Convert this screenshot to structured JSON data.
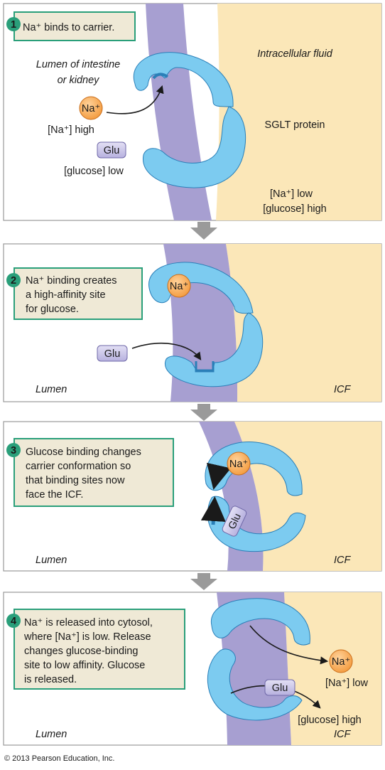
{
  "colors": {
    "icf_fill": "#fbe7b8",
    "membrane": "#a79fd1",
    "carrier": "#7ccbf0",
    "carrier_stroke": "#2a7fb8",
    "sodium": "#f7a451",
    "glucose": "#c9c5e8",
    "step_badge": "#2a9f7a",
    "caption_bg": "#efe9d6",
    "caption_border": "#2a9f7a",
    "transition_arrow": "#9a9a9a"
  },
  "panel1": {
    "step": "1",
    "caption": [
      "Na⁺ binds to carrier."
    ],
    "lumen_label": [
      "Lumen of intestine",
      "or kidney"
    ],
    "icf_label": "Intracellular fluid",
    "protein_label": "SGLT protein",
    "na_label": "Na⁺",
    "glu_label": "Glu",
    "lumen_na_conc": "[Na⁺] high",
    "lumen_glu_conc": "[glucose] low",
    "icf_na_conc": "[Na⁺] low",
    "icf_glu_conc": "[glucose] high"
  },
  "panel2": {
    "step": "2",
    "caption": [
      "Na⁺ binding creates",
      "a high-affinity site",
      "for glucose."
    ],
    "lumen_label": "Lumen",
    "icf_label": "ICF",
    "na_label": "Na⁺",
    "glu_label": "Glu"
  },
  "panel3": {
    "step": "3",
    "caption": [
      "Glucose binding changes",
      "carrier conformation so",
      "that binding sites now",
      "face the ICF."
    ],
    "lumen_label": "Lumen",
    "icf_label": "ICF",
    "na_label": "Na⁺",
    "glu_label": "Glu"
  },
  "panel4": {
    "step": "4",
    "caption": [
      "Na⁺ is released into cytosol,",
      "where [Na⁺] is low. Release",
      "changes glucose-binding",
      "site to low affinity. Glucose",
      "is released."
    ],
    "lumen_label": "Lumen",
    "icf_label": "ICF",
    "na_label": "Na⁺",
    "glu_label": "Glu",
    "icf_na_conc": "[Na⁺] low",
    "icf_glu_conc": "[glucose] high"
  },
  "copyright": "© 2013 Pearson Education, Inc."
}
